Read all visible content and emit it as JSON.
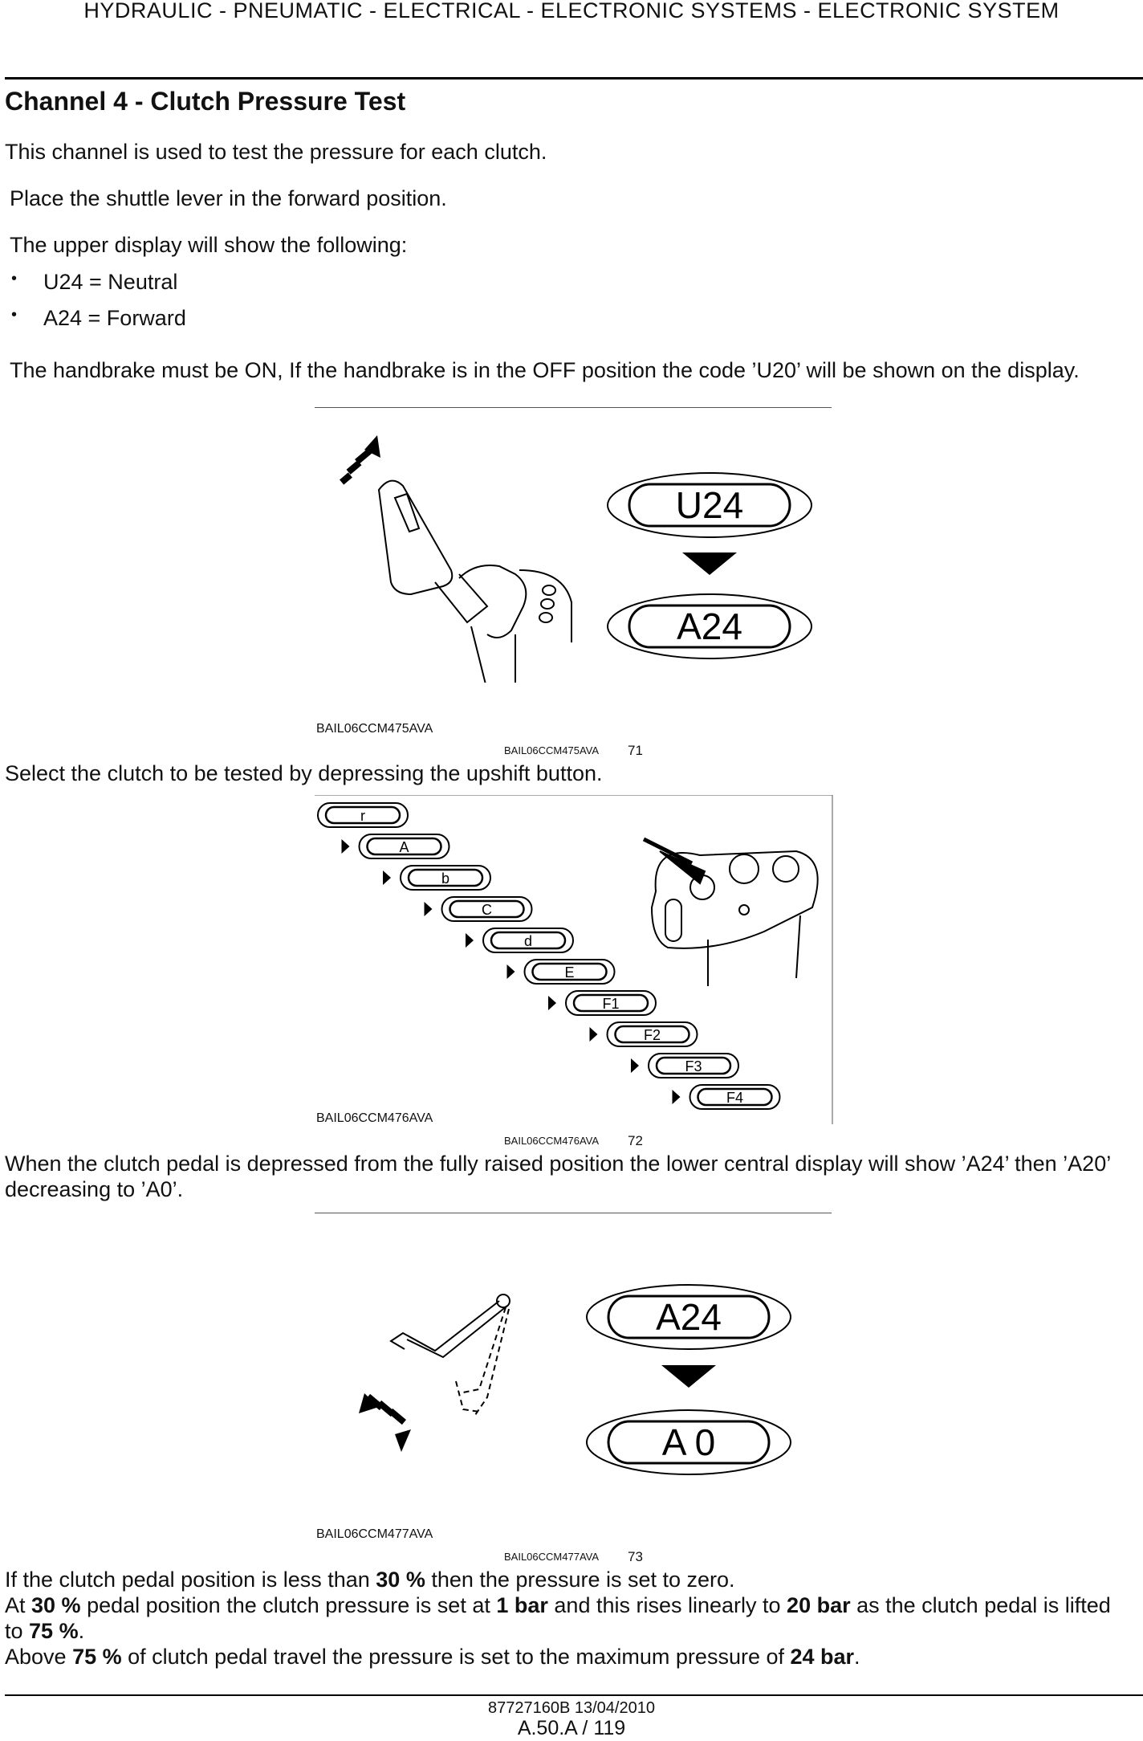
{
  "header": {
    "title": "HYDRAULIC - PNEUMATIC - ELECTRICAL - ELECTRONIC SYSTEMS - ELECTRONIC SYSTEM"
  },
  "section": {
    "heading": "Channel 4 - Clutch Pressure Test",
    "intro": "This channel is used to test the pressure for each clutch.",
    "shuttle": "Place the shuttle lever in the forward position.",
    "upper_display": "The upper display will show the following:",
    "bullets": [
      "U24 = Neutral",
      "A24 = Forward"
    ],
    "handbrake": "The handbrake must be ON, If the handbrake is in the OFF position the code ’U20’ will be shown on the display."
  },
  "figures": [
    {
      "label": "BAIL06CCM475AVA",
      "ref": "BAIL06CCM475AVA",
      "number": "71",
      "displays": [
        "U24",
        "A24"
      ]
    },
    {
      "label": "BAIL06CCM476AVA",
      "ref": "BAIL06CCM476AVA",
      "number": "72",
      "displays": [
        "r",
        "A",
        "b",
        "C",
        "d",
        "E",
        "F1",
        "F2",
        "F3",
        "F4"
      ]
    },
    {
      "label": "BAIL06CCM477AVA",
      "ref": "BAIL06CCM477AVA",
      "number": "73",
      "displays": [
        "A24",
        "A 0"
      ]
    }
  ],
  "text2": {
    "select": "Select the clutch to be tested by depressing the upshift button.",
    "clutch_pedal": "When the clutch pedal is depressed from the fully raised position the lower central display will show ’A24’ then ’A20’ decreasing to ’A0’."
  },
  "pressure": {
    "line1_a": "If the clutch pedal position is less than ",
    "line1_b": "30 %",
    "line1_c": " then the pressure is set to zero.",
    "line2_a": "At ",
    "line2_b": "30 %",
    "line2_c": " pedal position the clutch pressure is set at ",
    "line2_d": "1 bar",
    "line2_e": " and this rises linearly to ",
    "line2_f": "20 bar",
    "line2_g": " as the clutch pedal is lifted",
    "line3_a": "to ",
    "line3_b": "75 %",
    "line3_c": ".",
    "line4_a": "Above ",
    "line4_b": "75 %",
    "line4_c": " of clutch pedal travel the pressure is set to the maximum pressure of ",
    "line4_d": "24 bar",
    "line4_e": "."
  },
  "footer": {
    "doc": "87727160B 13/04/2010",
    "page": "A.50.A / 119"
  }
}
